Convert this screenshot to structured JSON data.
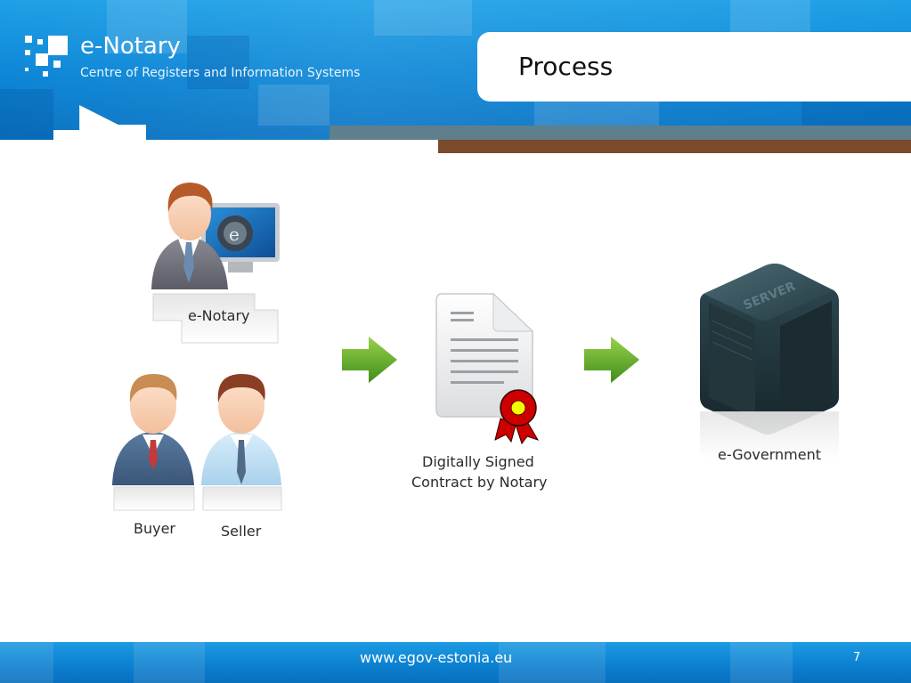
{
  "header": {
    "brand_title": "e-Notary",
    "brand_subtitle": "Centre of Registers and Information Systems",
    "slide_title": "Process"
  },
  "diagram": {
    "notary_label": "e-Notary",
    "buyer_label": "Buyer",
    "seller_label": "Seller",
    "document_label_line1": "Digitally Signed",
    "document_label_line2": "Contract by Notary",
    "server_label": "e-Government"
  },
  "footer": {
    "url": "www.egov-estonia.eu",
    "page_number": "7"
  }
}
